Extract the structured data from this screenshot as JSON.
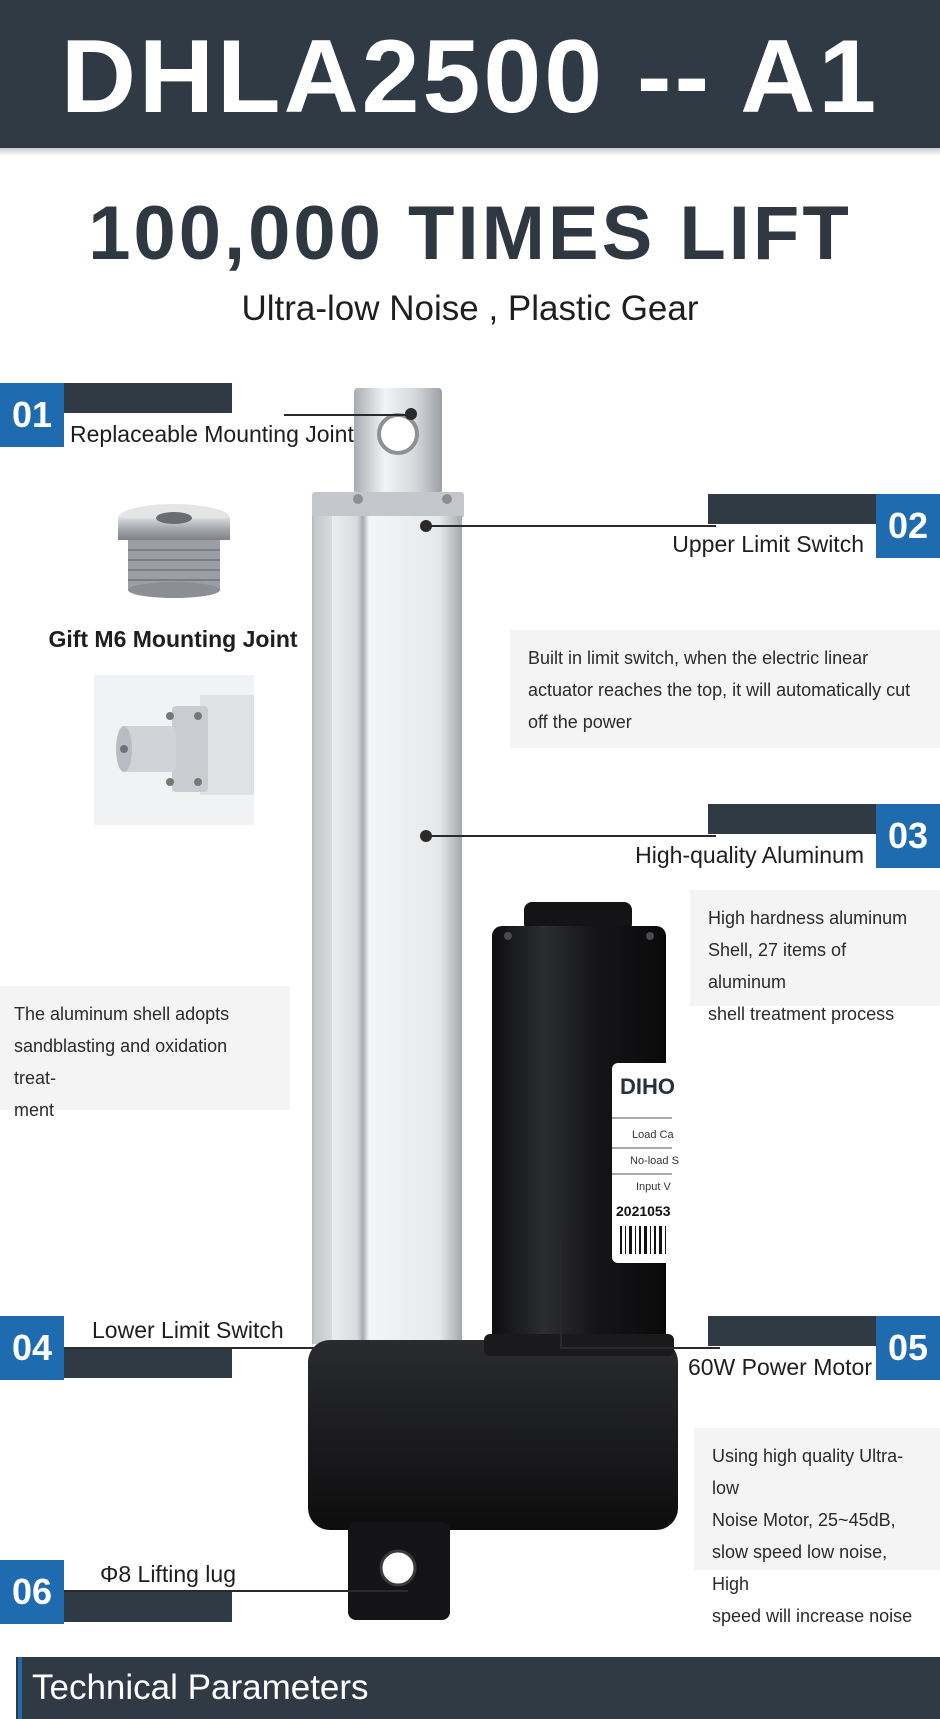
{
  "header": {
    "title": "DHLA2500 -- A1"
  },
  "headline": "100,000 TIMES LIFT",
  "subheadline": "Ultra-low Noise , Plastic Gear",
  "callouts": [
    {
      "num": "01",
      "label": "Replaceable Mounting Joint"
    },
    {
      "num": "02",
      "label": "Upper Limit Switch"
    },
    {
      "num": "03",
      "label": "High-quality Aluminum"
    },
    {
      "num": "04",
      "label": "Lower Limit Switch"
    },
    {
      "num": "05",
      "label": "60W Power Motor"
    },
    {
      "num": "06",
      "label": "Φ8 Lifting lug"
    }
  ],
  "gift": {
    "label": "Gift M6 Mounting Joint"
  },
  "notes": {
    "limit_switch": [
      "Built in limit switch, when the electric linear",
      "actuator reaches the top, it will automatically cut",
      "off the power"
    ],
    "aluminum": [
      "High hardness aluminum",
      "Shell, 27 items of aluminum",
      "shell treatment process"
    ],
    "shell": [
      "The aluminum shell adopts",
      "sandblasting and oxidation treat-",
      "ment"
    ],
    "motor": [
      "Using high quality Ultra-low",
      "Noise Motor, 25~45dB,",
      "slow speed low noise, High",
      "speed will increase noise"
    ]
  },
  "product_label": {
    "brand": "DIHO",
    "rows": [
      "Load Ca",
      "No-load S",
      "Input V"
    ],
    "serial": "2021053"
  },
  "footer": {
    "title": "Technical Parameters"
  },
  "colors": {
    "dark": "#303a44",
    "accent_blue": "#1f6bb0",
    "note_bg": "#f4f4f4"
  }
}
